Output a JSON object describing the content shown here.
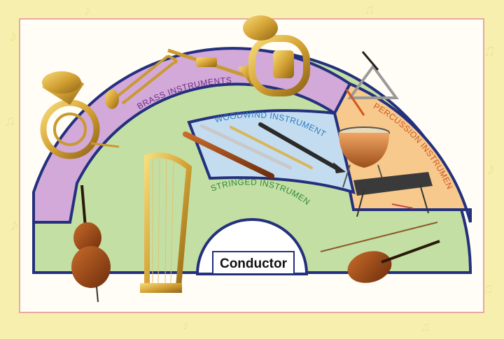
{
  "sections": {
    "brass": "BRASS INSTRUMENTS",
    "woodwind": "WOODWIND INSTRUMENTS",
    "percussion": "PERCUSSION INSTRUMENTS",
    "stringed": "STRINGED INSTRUMENTS"
  },
  "conductor_label": "Conductor",
  "colors": {
    "page_background": "#f7efae",
    "card_background": "#fffdf5",
    "card_border": "#e8a9a0",
    "outline": "#23307e",
    "brass_fill": "#d2a9d8",
    "woodwind_fill": "#c4dcef",
    "percussion_fill": "#f7c98c",
    "stringed_fill": "#c4dfa3",
    "brass_text": "#6a2f86",
    "woodwind_text": "#2e7cc4",
    "percussion_text": "#d2561e",
    "stringed_text": "#2e8a3a"
  },
  "icons": [
    "french-horn-icon",
    "trombone-icon",
    "trumpet-icon",
    "tuba-icon",
    "triangle-icon",
    "timpani-icon",
    "xylophone-icon",
    "bassoon-icon",
    "flute-icon",
    "clarinet-icon",
    "harp-icon",
    "cello-icon",
    "violin-icon"
  ]
}
